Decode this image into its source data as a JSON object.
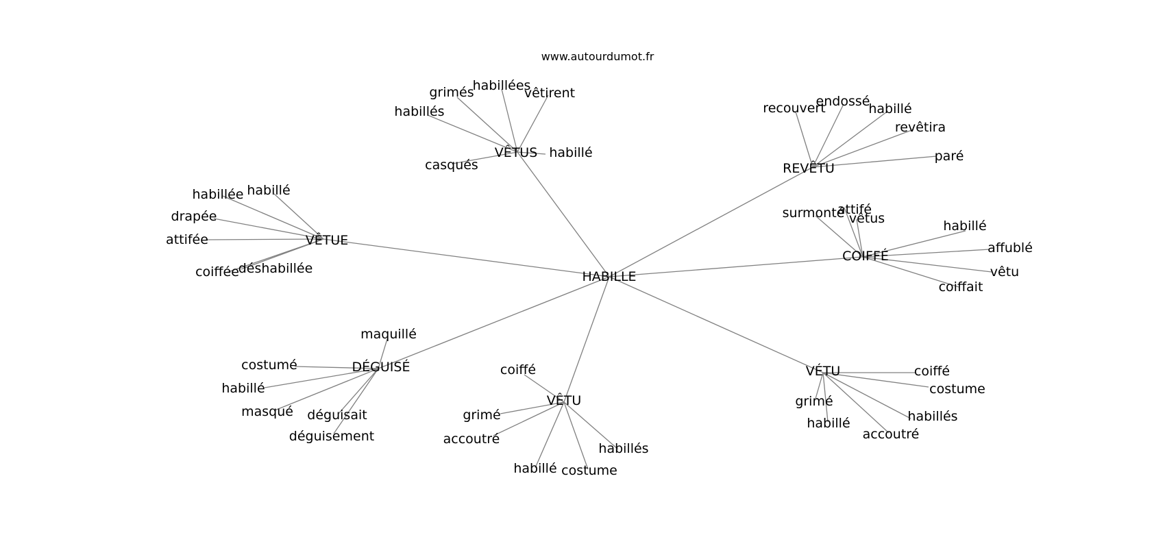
{
  "source": "www.autourdumot.fr",
  "graph": {
    "root": "HABILLE",
    "clusters": [
      {
        "hub": "VÊTUS",
        "leaves": [
          "grimés",
          "habillées",
          "vêtirent",
          "habillés",
          "casqués",
          "habillé"
        ]
      },
      {
        "hub": "REVÊTU",
        "leaves": [
          "recouvert",
          "endossé",
          "habillé",
          "revêtira",
          "paré"
        ]
      },
      {
        "hub": "VÊTUE",
        "leaves": [
          "habillée",
          "habillé",
          "drapée",
          "attifée",
          "coiffée",
          "déshabillée"
        ]
      },
      {
        "hub": "COIFFÉ",
        "leaves": [
          "surmonté",
          "attifé",
          "vêtus",
          "habillé",
          "affublé",
          "vêtu",
          "coiffait"
        ]
      },
      {
        "hub": "DÉGUISÉ",
        "leaves": [
          "maquillé",
          "costumé",
          "habillé",
          "masqué",
          "déguisait",
          "déguisement"
        ]
      },
      {
        "hub": "VÊTU",
        "leaves": [
          "coiffé",
          "grimé",
          "accoutré",
          "habillé",
          "costume",
          "habillés"
        ]
      },
      {
        "hub": "VÉTU",
        "leaves": [
          "coiffé",
          "costume",
          "grimé",
          "habillé",
          "habillés",
          "accoutré"
        ]
      }
    ]
  }
}
